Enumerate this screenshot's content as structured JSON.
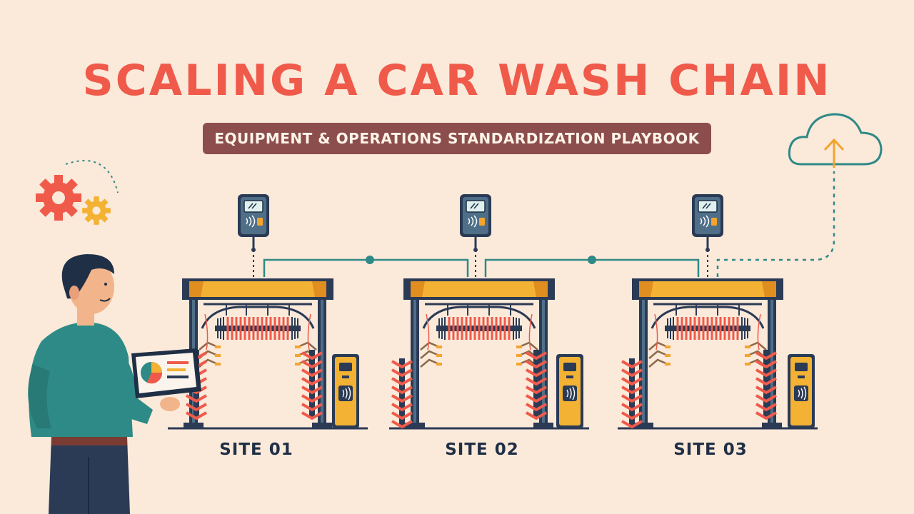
{
  "header": {
    "title": "SCALING A CAR WASH CHAIN",
    "subtitle": "EQUIPMENT & OPERATIONS STANDARDIZATION PLAYBOOK"
  },
  "sites": [
    {
      "label": "SITE 01"
    },
    {
      "label": "SITE 02"
    },
    {
      "label": "SITE 03"
    }
  ],
  "colors": {
    "background": "#fbe9da",
    "title": "#ef5a4a",
    "banner": "#8c4e4c",
    "gantry_beam": "#f3b233",
    "frame": "#2b3a55",
    "brush_red": "#ef5a4a",
    "network_line": "#2e8a86",
    "cloud": "#2e8a86",
    "upload_arrow": "#f3a42c"
  },
  "icons": [
    "gear-icon",
    "cloud-upload-icon",
    "payment-terminal-icon",
    "contactless-icon",
    "tablet-pie-chart-icon"
  ]
}
